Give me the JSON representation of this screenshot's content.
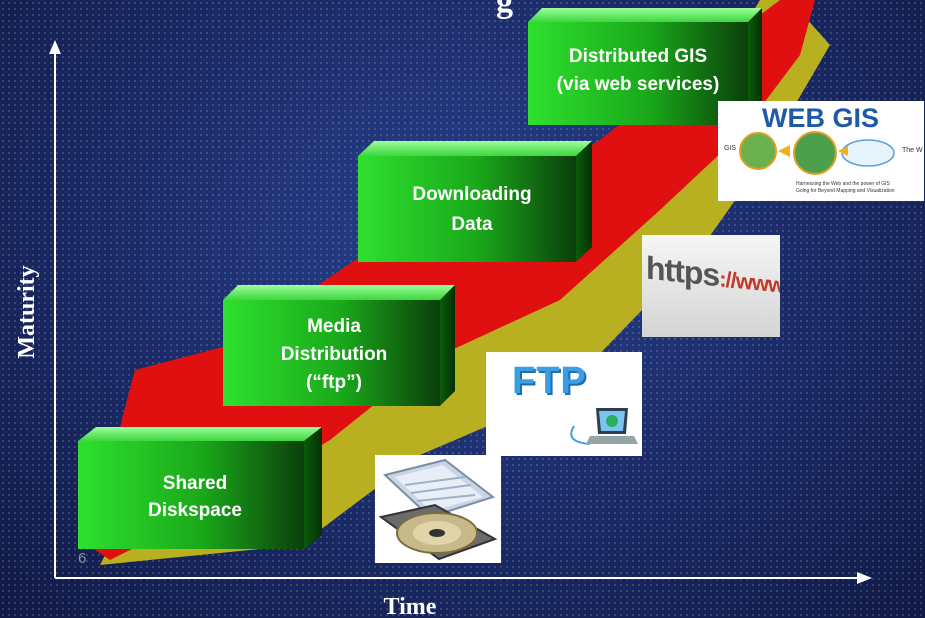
{
  "title_fragment": "g",
  "axes": {
    "y_label": "Maturity",
    "x_label": "Time"
  },
  "slide_number": "6",
  "stages": [
    {
      "lines": [
        "Shared",
        "Diskspace"
      ]
    },
    {
      "lines": [
        "Media",
        "Distribution",
        "(“ftp”)"
      ]
    },
    {
      "lines": [
        "Downloading",
        "Data"
      ]
    },
    {
      "lines": [
        "Distributed GIS",
        "(via web services)"
      ]
    }
  ],
  "images": {
    "cd": {
      "icon": "cd-disc-icon"
    },
    "ftp": {
      "text": "FTP",
      "icon": "laptop-globe-icon"
    },
    "https": {
      "text_main": "https",
      "text_accent": "://www."
    },
    "webgis": {
      "heading": "WEB GIS",
      "left_small": "GIS",
      "right_small": "The W",
      "caption_line1": "Harnessing the Web and the power of GIS",
      "caption_line2": "Going for Beyond Mapping and Visualization"
    }
  },
  "colors": {
    "background": "#1b2a66",
    "block_face": "#1ec31e",
    "ribbon_red": "#e01010",
    "ribbon_yellow": "#b8b020"
  }
}
